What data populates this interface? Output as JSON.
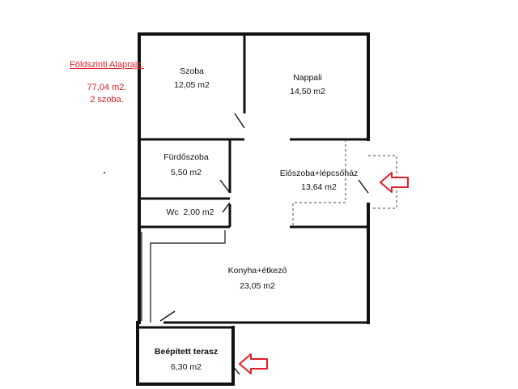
{
  "plan": {
    "title": "Földszinti Alaprajz.",
    "total_area": "77,04 m2.",
    "room_count": "2 szoba.",
    "rooms": [
      {
        "name": "Szoba",
        "area": "12,05 m2"
      },
      {
        "name": "Nappali",
        "area": "14,50 m2"
      },
      {
        "name": "Fürdőszoba",
        "area": "5,50 m2"
      },
      {
        "name": "Előszoba+lépcsőház",
        "area": "13,64 m2"
      },
      {
        "name": "Wc",
        "area": "2,00 m2"
      },
      {
        "name": "Konyha+étkező",
        "area": "23,05 m2"
      },
      {
        "name": "Beépített terasz",
        "area": "6,30 m2"
      }
    ],
    "entrance_arrow_color": "#e0202a",
    "wall_color": "#111111"
  }
}
